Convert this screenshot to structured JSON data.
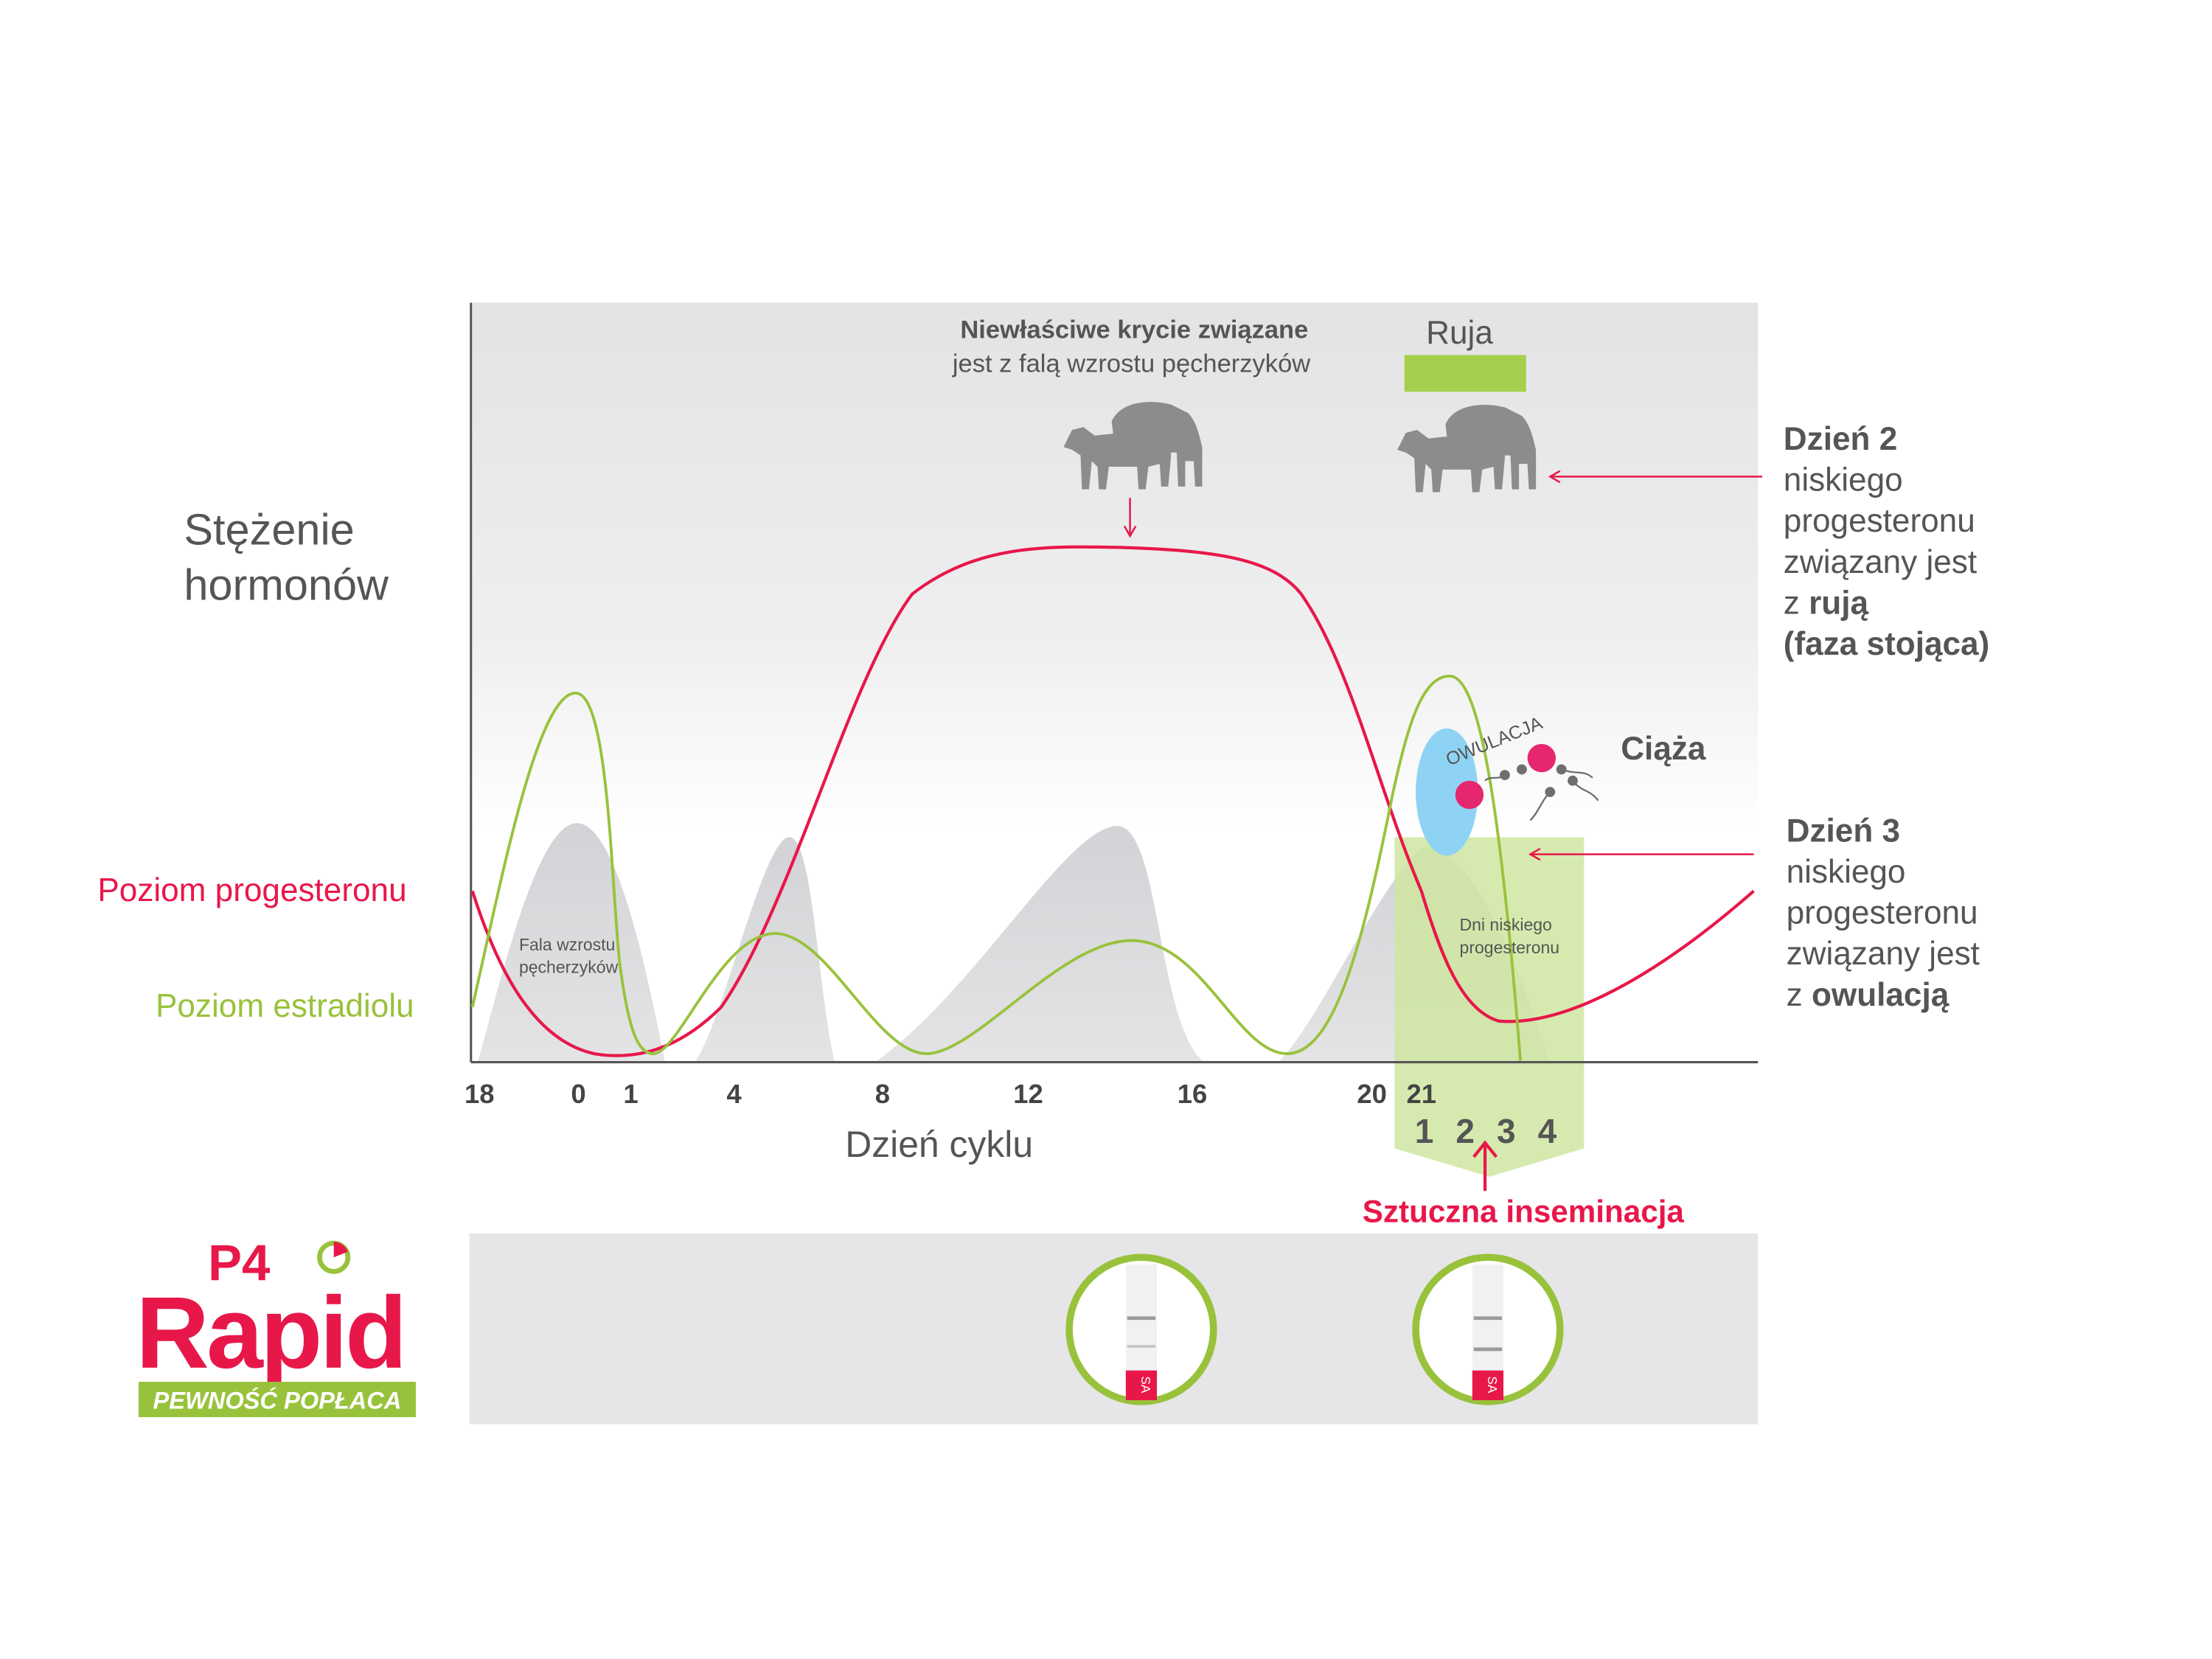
{
  "colors": {
    "progesterone": "#e8174a",
    "estradiol": "#99c23c",
    "text": "#555555",
    "pink": "#e6276f",
    "egg": "#8fd3f4",
    "panel": "#e6e6e8",
    "ruja_bar": "#a5cf4c",
    "low_band": "#cfe6a1"
  },
  "labels": {
    "y_title_1": "Stężenie",
    "y_title_2": "hormonów",
    "prog_level": "Poziom progesteronu",
    "estr_level": "Poziom estradiolu",
    "x_title": "Dzień cyklu",
    "wave_1": "Fala wzrostu",
    "wave_2": "pęcherzyków",
    "bad_mating_bold": "Niewłaściwe krycie związane",
    "bad_mating_rest": "jest z falą wzrostu pęcherzyków",
    "heat": "Ruja",
    "ovulation": "OWULACJA",
    "pregnancy": "Ciąża",
    "low_days_1": "Dni niskiego",
    "low_days_2": "progesteronu",
    "ai": "Sztuczna inseminacja",
    "strip_mark": "SA"
  },
  "x_ticks": [
    "18",
    "0",
    "1",
    "4",
    "8",
    "12",
    "16",
    "20",
    "21"
  ],
  "low_days": [
    "1",
    "2",
    "3",
    "4"
  ],
  "day2": {
    "title": "Dzień 2",
    "lines": [
      "niskiego",
      "progesteronu",
      "związany jest"
    ],
    "prefix": "z ",
    "bold": "rują",
    "bold2": "(faza stojąca)"
  },
  "day3": {
    "title": "Dzień 3",
    "lines": [
      "niskiego",
      "progesteronu",
      "związany jest"
    ],
    "prefix": "z ",
    "bold": "owulacją"
  },
  "logo": {
    "sup": "P4",
    "word": "Rapid",
    "slogan": "PEWNOŚĆ POPŁACA"
  }
}
